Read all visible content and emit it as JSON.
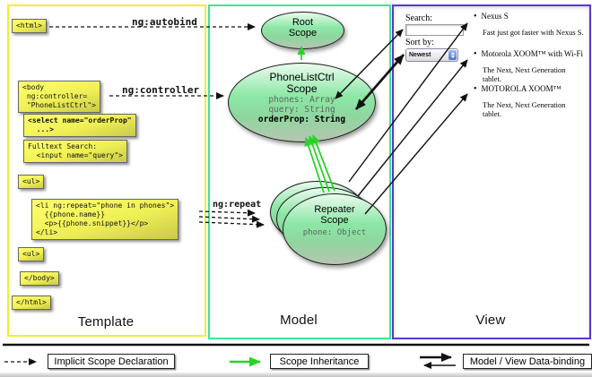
{
  "panels": {
    "template": {
      "label": "Template"
    },
    "model": {
      "label": "Model"
    },
    "view": {
      "label": "View"
    }
  },
  "annotations": {
    "autobind": "ng:autobind",
    "controller": "ng:controller",
    "repeat": "ng:repeat"
  },
  "code": {
    "html_open": "<html>",
    "body_open": "<body\n ng:controller=\n \"PhoneListCtrl\">",
    "select_tag": "<select name=\"orderProp\"\n  ...>",
    "fulltext": "Fulltext Search:\n  <input name=\"query\">",
    "ul_open": "<ul>",
    "li_repeat": "<li ng:repeat=\"phone in phones\">\n  {{phone.name}}\n  <p>{{phone.snippet}}</p>\n</li>",
    "ul_close": "<ul>",
    "body_close": "</body>",
    "html_close": "</html>"
  },
  "scopes": {
    "root": {
      "title": "Root\nScope"
    },
    "phone_list": {
      "title": "PhoneListCtrl\nScope",
      "props_gray": "phones: Array\nquery: String",
      "prop_bold": "orderProp: String"
    },
    "repeater": {
      "title": "Repeater\nScope",
      "prop": "phone: Object"
    }
  },
  "view": {
    "search_label": "Search:",
    "search_value": "",
    "sort_label": "Sort by:",
    "sort_selected": "Newest",
    "phones": [
      {
        "name": "Nexus S",
        "snippet": "Fast just got faster with Nexus S."
      },
      {
        "name": "Motorola XOOM™ with Wi-Fi",
        "snippet": "The Next, Next Generation tablet."
      },
      {
        "name": "MOTOROLA XOOM™",
        "snippet": "The Next, Next Generation tablet."
      }
    ]
  },
  "legend": {
    "implicit": "Implicit Scope Declaration",
    "inheritance": "Scope Inheritance",
    "binding": "Model / View Data-binding"
  },
  "colors": {
    "template_border": "#f2ef2d",
    "model_border": "#3fe39b",
    "view_border": "#5939cf",
    "green_arrow": "#27d427"
  }
}
